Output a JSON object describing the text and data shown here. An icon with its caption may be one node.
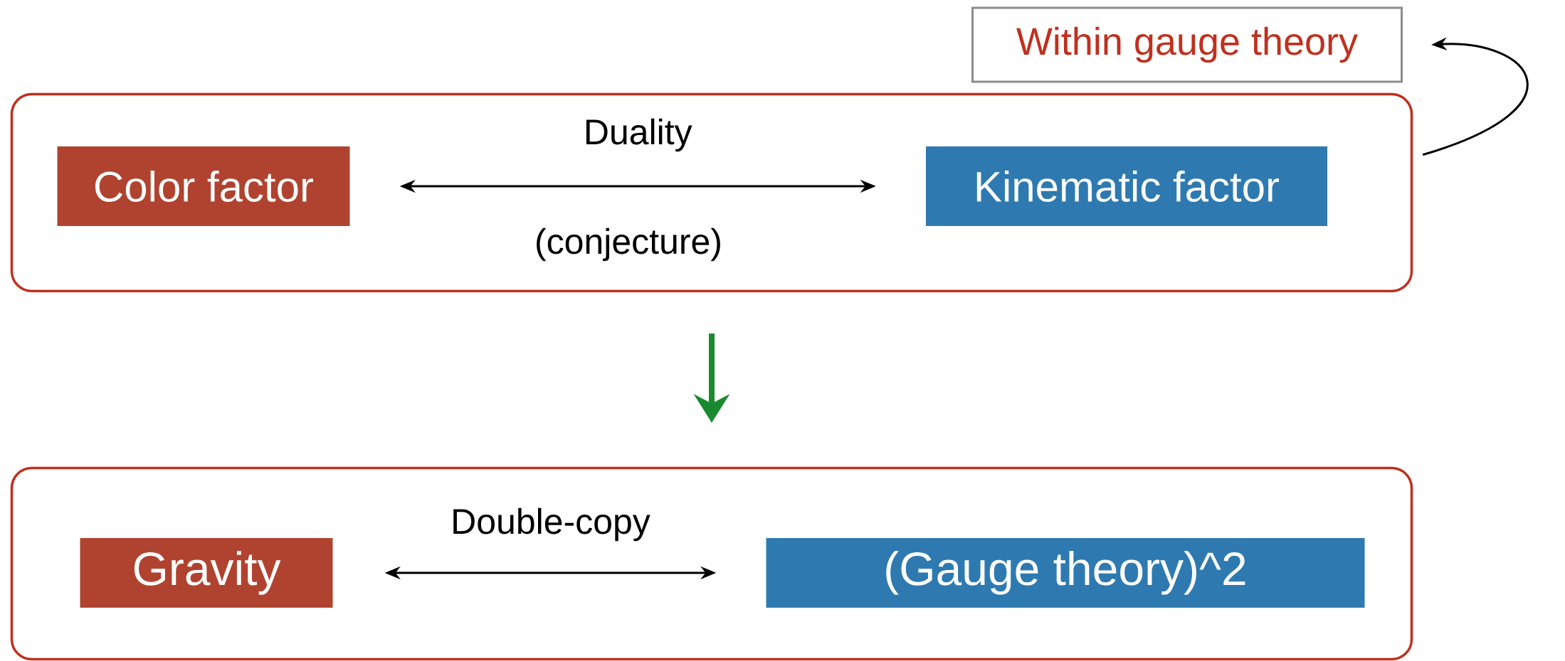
{
  "diagram": {
    "nodes": [
      {
        "text": [
          "Within gauge theory"
        ]
      },
      {
        "text": [],
        "shape": "box"
      },
      {
        "text": [
          "Color factor"
        ],
        "in": 1
      },
      {
        "text": [
          "Kinematic factor"
        ],
        "in": 1
      },
      {
        "text": [],
        "shape": "box"
      },
      {
        "text": [
          "Gravity"
        ],
        "in": 4
      },
      {
        "text": [
          "(Gauge theory)^2"
        ],
        "in": 4
      }
    ],
    "edges": [
      {
        "from": 2,
        "to": 3,
        "arrow": "both",
        "label": "Duality"
      },
      {
        "from": 1,
        "to": 4,
        "arrow": "to",
        "style": "thick",
        "color": "#1a8a30"
      },
      {
        "from": 5,
        "to": 6,
        "arrow": "both",
        "label": "Double-copy"
      },
      {
        "from": 1,
        "to": 0,
        "arrow": "to"
      }
    ],
    "labels": [
      "(conjecture)"
    ]
  }
}
